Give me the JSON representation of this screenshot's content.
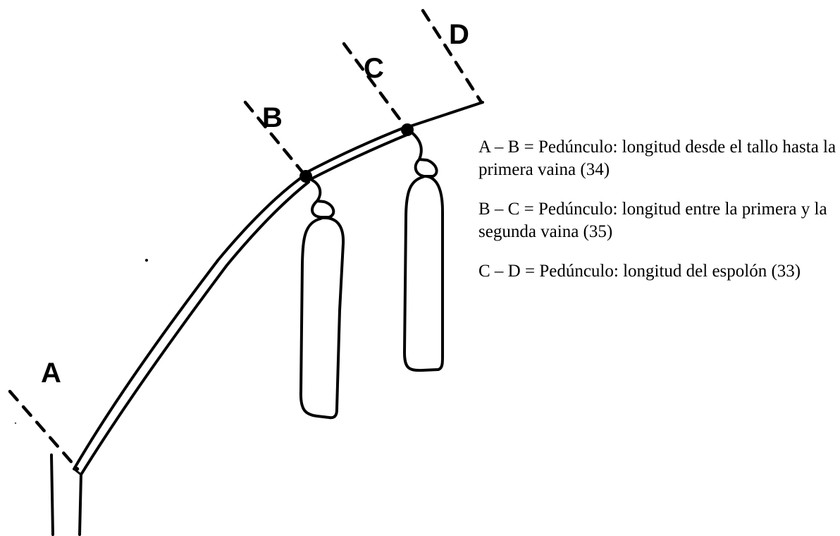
{
  "diagram": {
    "labels": {
      "a": "A",
      "b": "B",
      "c": "C",
      "d": "D"
    }
  },
  "legend": {
    "items": [
      "A – B = Pedúnculo: longitud desde el tallo hasta la primera vaina (34)",
      "B – C = Pedúnculo:  longitud entre la primera y la segunda vaina (35)",
      "C – D = Pedúnculo:  longitud del espolón (33)"
    ]
  }
}
